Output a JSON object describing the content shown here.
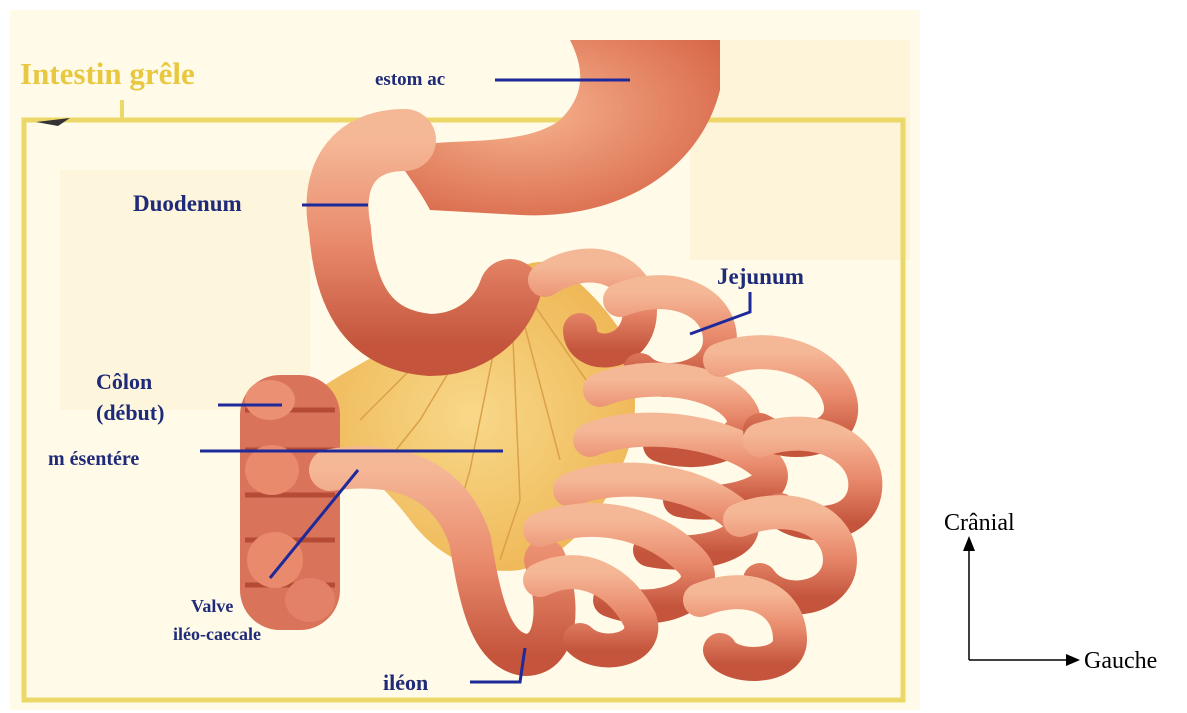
{
  "title": "Intestin grêle",
  "labels": {
    "estomac": "estom ac",
    "duodenum": "Duodenum",
    "jejunum": "Jejunum",
    "colon_line1": "Côlon",
    "colon_line2": "(début)",
    "mesentere": "m ésentére",
    "valve_line1": "Valve",
    "valve_line2": "iléo-caecale",
    "ileon": "iléon"
  },
  "orientation": {
    "up": "Crânial",
    "right": "Gauche"
  },
  "colors": {
    "background": "#fffbe8",
    "frame": "#ecd868",
    "title": "#e8c840",
    "label": "#1f2a78",
    "leader": "#1f2a9a",
    "gut": "#e98a6c",
    "gut_dark": "#c4553c",
    "gut_light": "#f5b897",
    "mesentery": "#f4c565"
  }
}
